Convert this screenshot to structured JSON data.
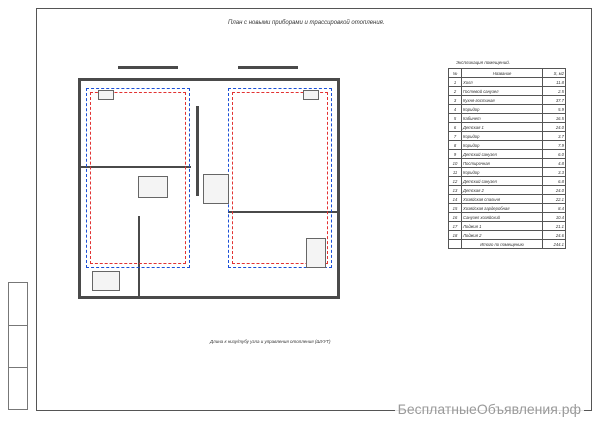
{
  "drawing": {
    "title": "План с новыми приборами и трассировкой отопления.",
    "plan_caption": "Длина к низу/тубу узла и управления отопления (ШУУТ)"
  },
  "spec_table": {
    "title": "Экспликация помещений.",
    "headers": {
      "num": "№",
      "name": "Название",
      "area": "S, м2"
    },
    "rows": [
      {
        "num": "1",
        "name": "Холл",
        "area": "11.8"
      },
      {
        "num": "2",
        "name": "Гостевой санузел",
        "area": "2.5"
      },
      {
        "num": "3",
        "name": "Кухня-гостиная",
        "area": "37.7"
      },
      {
        "num": "4",
        "name": "Коридор",
        "area": "5.9"
      },
      {
        "num": "5",
        "name": "Кабинет",
        "area": "16.5"
      },
      {
        "num": "6",
        "name": "Детская 1",
        "area": "24.0"
      },
      {
        "num": "7",
        "name": "Коридор",
        "area": "3.7"
      },
      {
        "num": "8",
        "name": "Коридор",
        "area": "7.9"
      },
      {
        "num": "9",
        "name": "Детский санузел",
        "area": "6.0"
      },
      {
        "num": "10",
        "name": "Постирочная",
        "area": "4.8"
      },
      {
        "num": "11",
        "name": "Коридор",
        "area": "3.3"
      },
      {
        "num": "12",
        "name": "Детский санузел",
        "area": "6.8"
      },
      {
        "num": "13",
        "name": "Детская 2",
        "area": "24.0"
      },
      {
        "num": "14",
        "name": "Хозяйская спальня",
        "area": "22.1"
      },
      {
        "num": "15",
        "name": "Хозяйская гардеробная",
        "area": "8.4"
      },
      {
        "num": "16",
        "name": "Санузел хозяйский",
        "area": "10.4"
      },
      {
        "num": "17",
        "name": "Лоджия 1",
        "area": "21.1"
      },
      {
        "num": "18",
        "name": "Лоджия 2",
        "area": "24.6"
      }
    ],
    "total": {
      "label": "Итого по помещению",
      "area": "244.1"
    }
  },
  "watermark": "БесплатныеОбъявления.рф"
}
